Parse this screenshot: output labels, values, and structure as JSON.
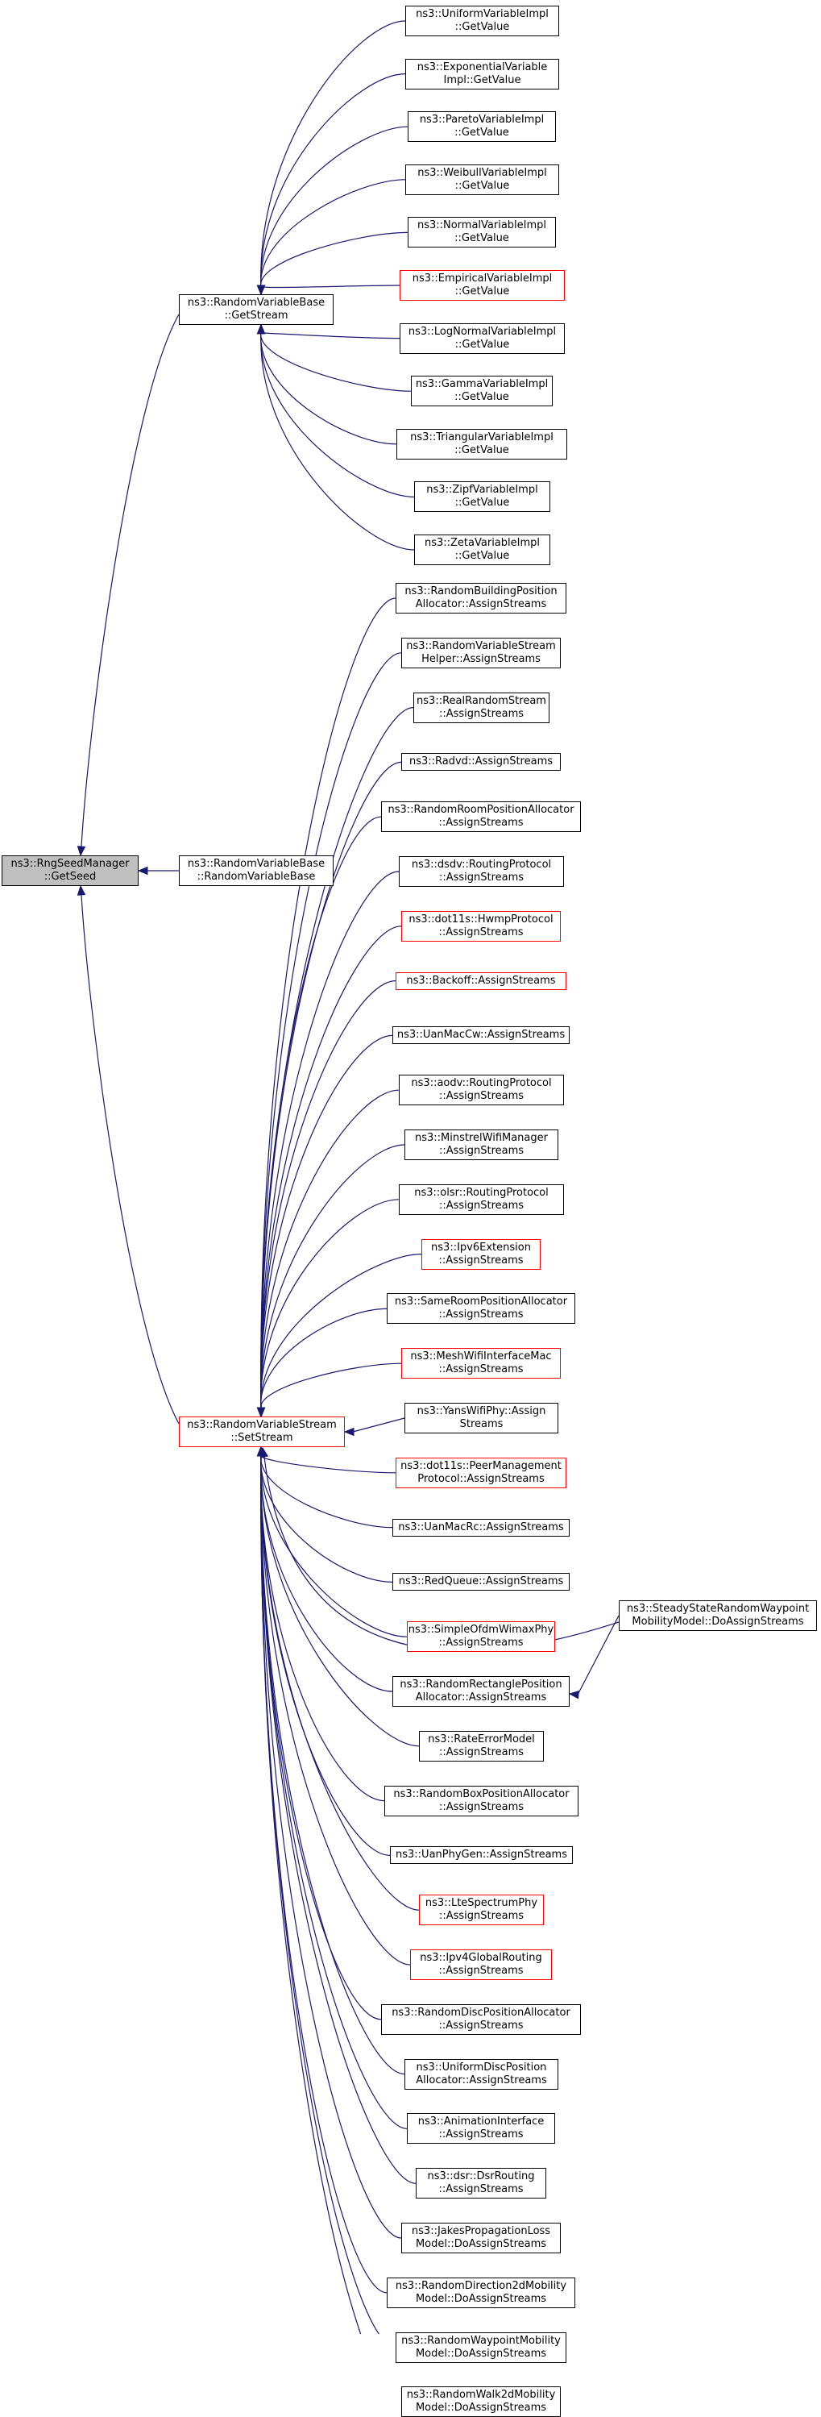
{
  "graph": {
    "root": {
      "line1": "ns3::RngSeedManager",
      "line2": "::GetSeed"
    },
    "get_stream": {
      "line1": "ns3::RandomVariableBase",
      "line2": "::GetStream"
    },
    "rvb_ctor": {
      "line1": "ns3::RandomVariableBase",
      "line2": "::RandomVariableBase"
    },
    "set_stream": {
      "line1": "ns3::RandomVariableStream",
      "line2": "::SetStream"
    },
    "get_value_callers": [
      {
        "line1": "ns3::UniformVariableImpl",
        "line2": "::GetValue",
        "broken": false
      },
      {
        "line1": "ns3::ExponentialVariable",
        "line2": "Impl::GetValue",
        "broken": false
      },
      {
        "line1": "ns3::ParetoVariableImpl",
        "line2": "::GetValue",
        "broken": false
      },
      {
        "line1": "ns3::WeibullVariableImpl",
        "line2": "::GetValue",
        "broken": false
      },
      {
        "line1": "ns3::NormalVariableImpl",
        "line2": "::GetValue",
        "broken": false
      },
      {
        "line1": "ns3::EmpiricalVariableImpl",
        "line2": "::GetValue",
        "broken": true
      },
      {
        "line1": "ns3::LogNormalVariableImpl",
        "line2": "::GetValue",
        "broken": false
      },
      {
        "line1": "ns3::GammaVariableImpl",
        "line2": "::GetValue",
        "broken": false
      },
      {
        "line1": "ns3::TriangularVariableImpl",
        "line2": "::GetValue",
        "broken": false
      },
      {
        "line1": "ns3::ZipfVariableImpl",
        "line2": "::GetValue",
        "broken": false
      },
      {
        "line1": "ns3::ZetaVariableImpl",
        "line2": "::GetValue",
        "broken": false
      }
    ],
    "assign_streams_callers": [
      {
        "line1": "ns3::RandomBuildingPosition",
        "line2": "Allocator::AssignStreams",
        "broken": false
      },
      {
        "line1": "ns3::RandomVariableStream",
        "line2": "Helper::AssignStreams",
        "broken": false
      },
      {
        "line1": "ns3::RealRandomStream",
        "line2": "::AssignStreams",
        "broken": false
      },
      {
        "line1": "ns3::Radvd::AssignStreams",
        "line2": "",
        "broken": false
      },
      {
        "line1": "ns3::RandomRoomPositionAllocator",
        "line2": "::AssignStreams",
        "broken": false
      },
      {
        "line1": "ns3::dsdv::RoutingProtocol",
        "line2": "::AssignStreams",
        "broken": false
      },
      {
        "line1": "ns3::dot11s::HwmpProtocol",
        "line2": "::AssignStreams",
        "broken": true
      },
      {
        "line1": "ns3::Backoff::AssignStreams",
        "line2": "",
        "broken": true
      },
      {
        "line1": "ns3::UanMacCw::AssignStreams",
        "line2": "",
        "broken": false
      },
      {
        "line1": "ns3::aodv::RoutingProtocol",
        "line2": "::AssignStreams",
        "broken": false
      },
      {
        "line1": "ns3::MinstrelWifiManager",
        "line2": "::AssignStreams",
        "broken": false
      },
      {
        "line1": "ns3::olsr::RoutingProtocol",
        "line2": "::AssignStreams",
        "broken": false
      },
      {
        "line1": "ns3::Ipv6Extension",
        "line2": "::AssignStreams",
        "broken": true
      },
      {
        "line1": "ns3::SameRoomPositionAllocator",
        "line2": "::AssignStreams",
        "broken": false
      },
      {
        "line1": "ns3::MeshWifiInterfaceMac",
        "line2": "::AssignStreams",
        "broken": true
      },
      {
        "line1": "ns3::YansWifiPhy::Assign",
        "line2": "Streams",
        "broken": false
      },
      {
        "line1": "ns3::dot11s::PeerManagement",
        "line2": "Protocol::AssignStreams",
        "broken": true
      },
      {
        "line1": "ns3::UanMacRc::AssignStreams",
        "line2": "",
        "broken": false
      },
      {
        "line1": "ns3::RedQueue::AssignStreams",
        "line2": "",
        "broken": false
      },
      {
        "line1": "ns3::SimpleOfdmWimaxPhy",
        "line2": "::AssignStreams",
        "broken": true
      },
      {
        "line1": "ns3::RandomRectanglePosition",
        "line2": "Allocator::AssignStreams",
        "broken": false
      },
      {
        "line1": "ns3::RateErrorModel",
        "line2": "::AssignStreams",
        "broken": false
      },
      {
        "line1": "ns3::RandomBoxPositionAllocator",
        "line2": "::AssignStreams",
        "broken": false
      },
      {
        "line1": "ns3::UanPhyGen::AssignStreams",
        "line2": "",
        "broken": false
      },
      {
        "line1": "ns3::LteSpectrumPhy",
        "line2": "::AssignStreams",
        "broken": true
      },
      {
        "line1": "ns3::Ipv4GlobalRouting",
        "line2": "::AssignStreams",
        "broken": true
      },
      {
        "line1": "ns3::RandomDiscPositionAllocator",
        "line2": "::AssignStreams",
        "broken": false
      },
      {
        "line1": "ns3::UniformDiscPosition",
        "line2": "Allocator::AssignStreams",
        "broken": false
      },
      {
        "line1": "ns3::AnimationInterface",
        "line2": "::AssignStreams",
        "broken": false
      },
      {
        "line1": "ns3::dsr::DsrRouting",
        "line2": "::AssignStreams",
        "broken": false
      },
      {
        "line1": "ns3::JakesPropagationLoss",
        "line2": "Model::DoAssignStreams",
        "broken": false
      },
      {
        "line1": "ns3::RandomDirection2dMobility",
        "line2": "Model::DoAssignStreams",
        "broken": false
      },
      {
        "line1": "ns3::RandomWaypointMobility",
        "line2": "Model::DoAssignStreams",
        "broken": false
      },
      {
        "line1": "ns3::RandomWalk2dMobility",
        "line2": "Model::DoAssignStreams",
        "broken": false
      }
    ],
    "steady_state": {
      "line1": "ns3::SteadyStateRandomWaypoint",
      "line2": "MobilityModel::DoAssignStreams",
      "broken": false
    },
    "colors": {
      "edge": "#191970",
      "node_border": "#000000",
      "broken_border": "#ff0000",
      "root_fill": "#bfbfbf"
    }
  }
}
